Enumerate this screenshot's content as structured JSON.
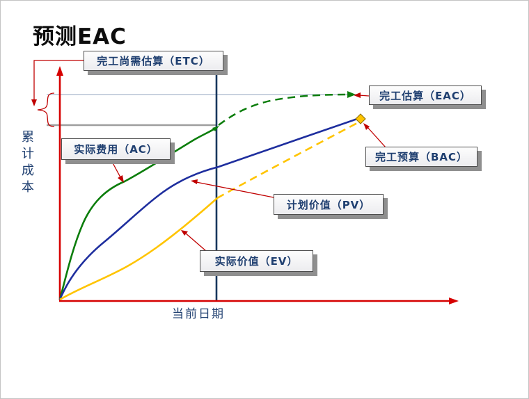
{
  "title": "预测EAC",
  "axes": {
    "y_label": "累计成本",
    "x_label": "当前日期"
  },
  "callouts": {
    "etc": {
      "label": "完工尚需估算（ETC）"
    },
    "eac": {
      "label": "完工估算（EAC）"
    },
    "ac": {
      "label": "实际费用（AC）"
    },
    "bac": {
      "label": "完工预算（BAC）"
    },
    "pv": {
      "label": "计划价值（PV）"
    },
    "ev": {
      "label": "实际价值（EV）"
    }
  },
  "colors": {
    "axis_red": "#D60000",
    "connector_red": "#C00000",
    "ac_green": "#0B7D0B",
    "pv_blue": "#1E2E9E",
    "ev_yellow": "#FFC400",
    "current_date_line": "#17365D",
    "reference_line_light": "#93A4BF",
    "reference_line_gray": "#9E9E9E",
    "callout_text": "#1F3F70",
    "callout_shadow": "#8F8F8F"
  },
  "chart_data": {
    "type": "line",
    "title": "预测EAC",
    "xlabel": "当前日期",
    "ylabel": "累计成本",
    "x_range": [
      0,
      1
    ],
    "y_range": [
      0,
      1
    ],
    "grid": false,
    "legend_position": "callout-boxes",
    "current_date_x": 0.395,
    "series": [
      {
        "name": "实际费用（AC）",
        "style": "solid",
        "color": "#0B7D0B",
        "x": [
          0,
          0.03,
          0.05,
          0.08,
          0.16,
          0.24,
          0.32,
          0.395
        ],
        "y": [
          0,
          0.185,
          0.313,
          0.424,
          0.507,
          0.597,
          0.678,
          0.749
        ]
      },
      {
        "name": "AC预测至完工估算（EAC）",
        "style": "dashed",
        "color": "#0B7D0B",
        "x": [
          0.395,
          0.48,
          0.59,
          0.754
        ],
        "y": [
          0.749,
          0.842,
          0.872,
          0.887
        ]
      },
      {
        "name": "计划价值（PV）",
        "style": "solid",
        "color": "#1E2E9E",
        "x": [
          0,
          0.05,
          0.11,
          0.17,
          0.25,
          0.32,
          0.4,
          0.52,
          0.64,
          0.76
        ],
        "y": [
          0,
          0.125,
          0.254,
          0.355,
          0.451,
          0.522,
          0.576,
          0.648,
          0.722,
          0.788
        ]
      },
      {
        "name": "实际价值（EV）",
        "style": "solid",
        "color": "#FFC400",
        "x": [
          0,
          0.08,
          0.17,
          0.24,
          0.31,
          0.37,
          0.395
        ],
        "y": [
          0,
          0.066,
          0.146,
          0.224,
          0.316,
          0.403,
          0.442
        ]
      },
      {
        "name": "EV预测至完工预算（BAC）",
        "style": "dashed",
        "color": "#FFC400",
        "x": [
          0.395,
          0.76
        ],
        "y": [
          0.442,
          0.776
        ]
      }
    ],
    "points": [
      {
        "name": "完工估算（EAC）",
        "x": 0.754,
        "y": 0.887
      },
      {
        "name": "完工预算（BAC）",
        "x": 0.76,
        "y": 0.788
      }
    ],
    "annotations": [
      "完工尚需估算（ETC）= EAC与当前AC之间的差距（左侧花括号标注）"
    ]
  }
}
